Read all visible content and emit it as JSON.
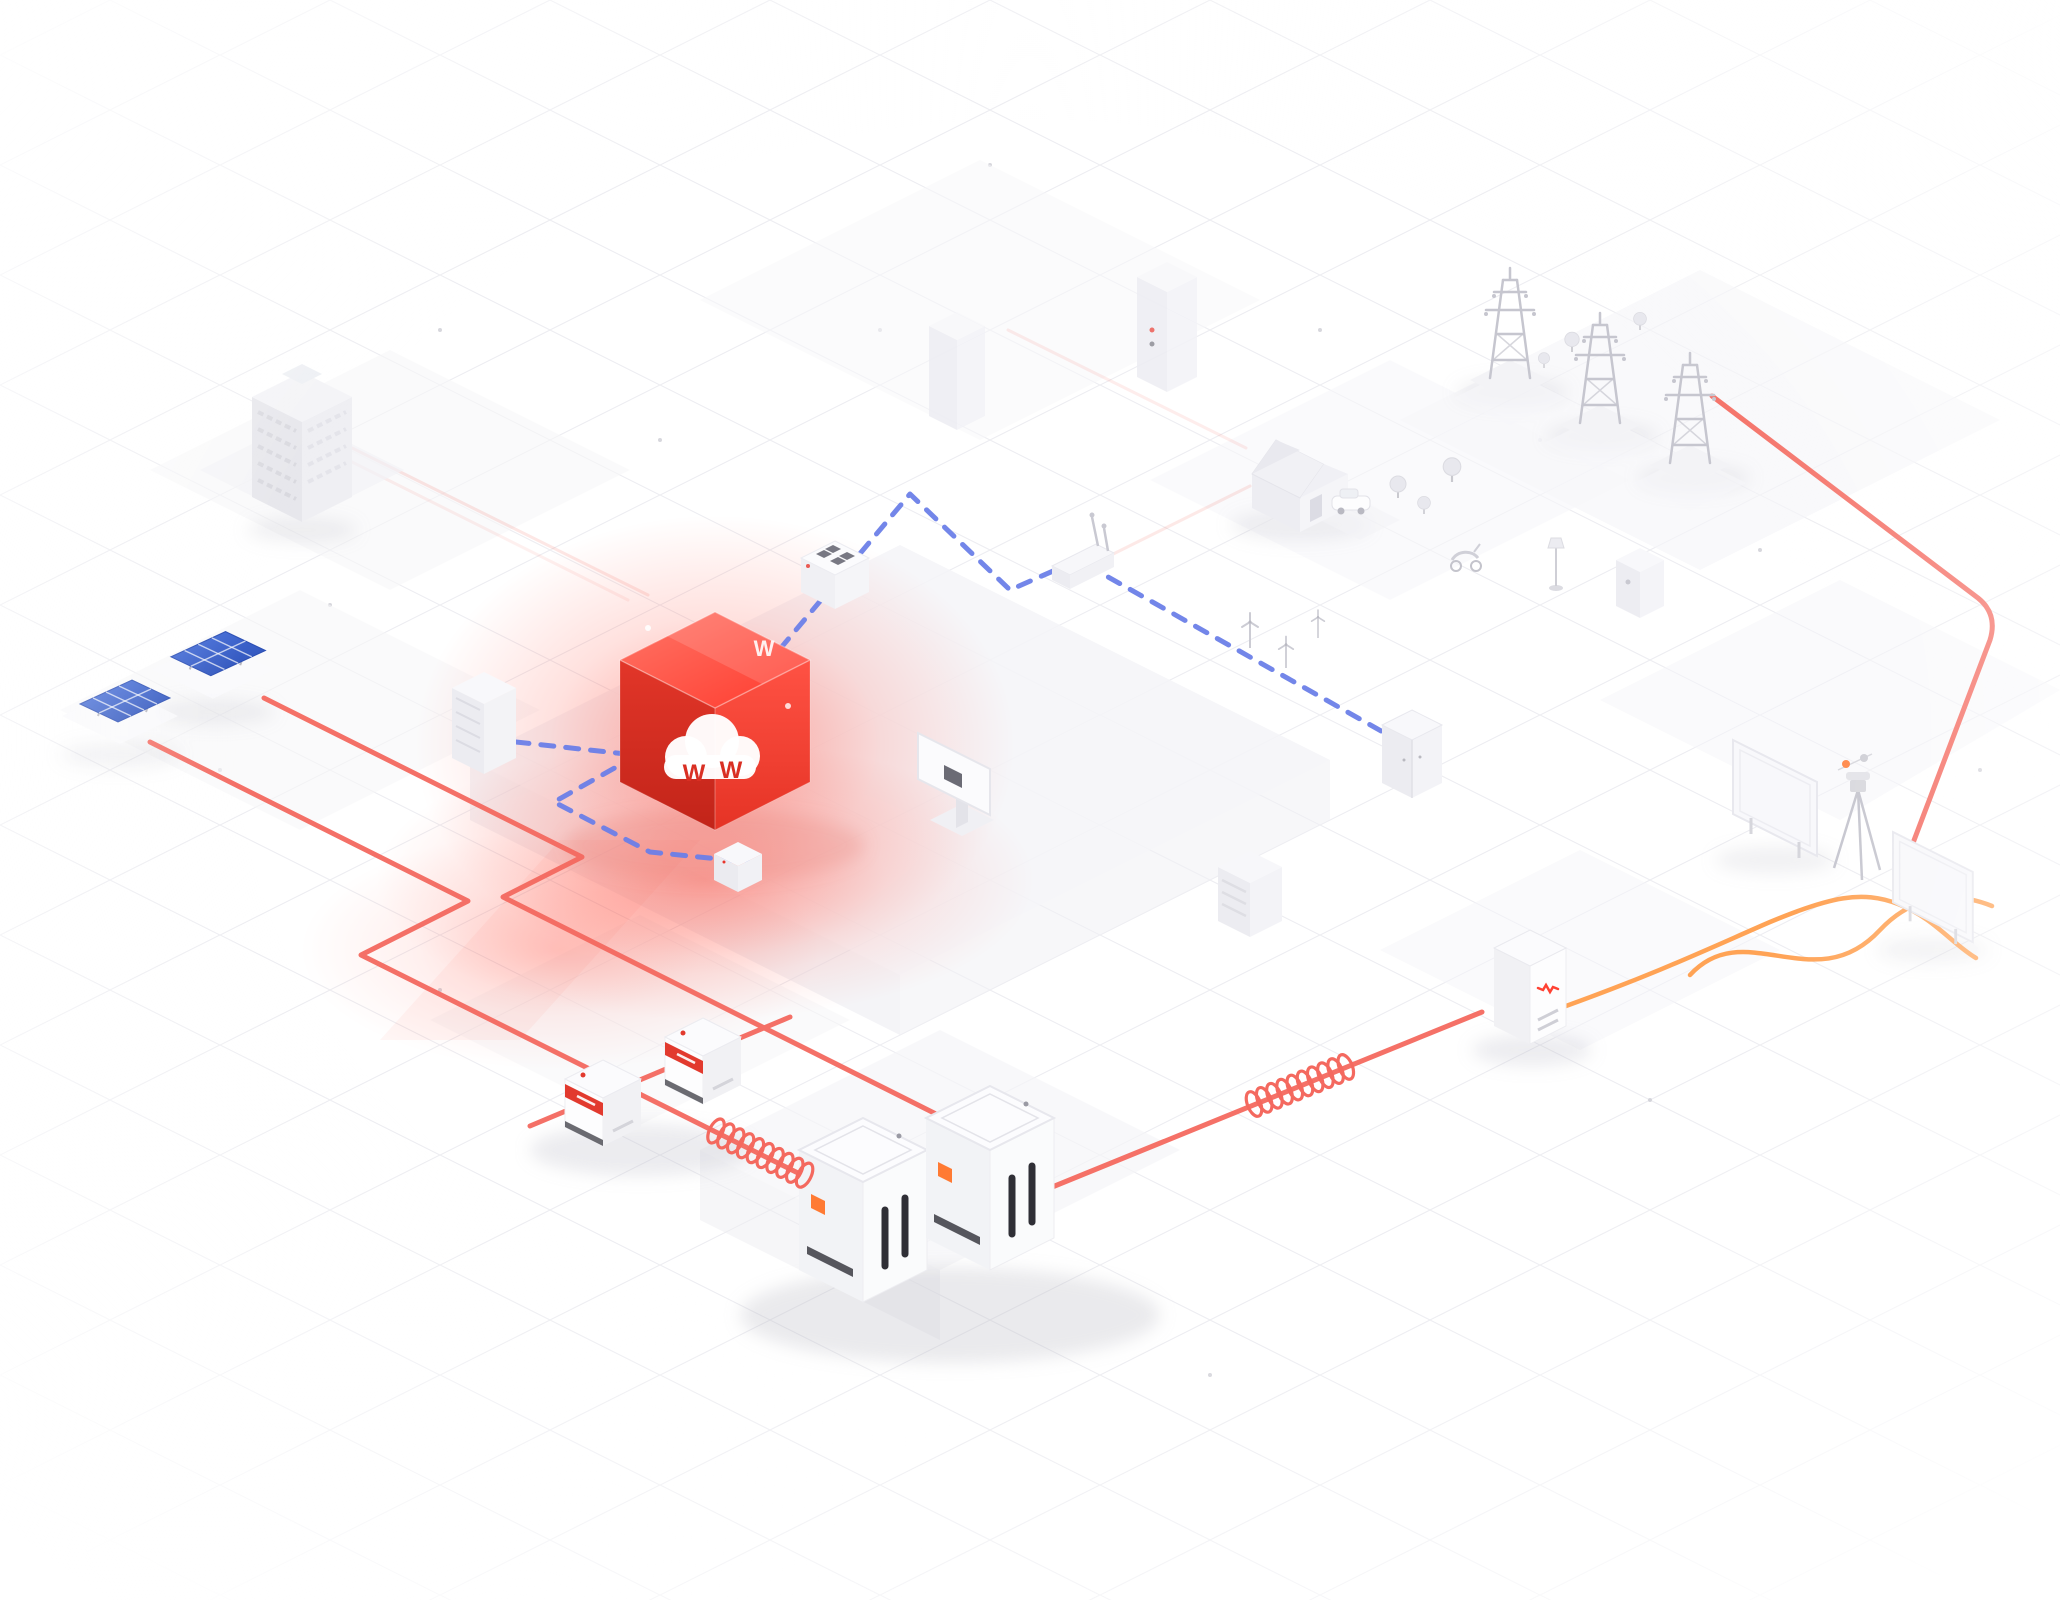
{
  "hub": {
    "logo_letter": "W"
  },
  "colors": {
    "background": "#ffffff",
    "grid_line": "#e9e9ee",
    "platform_top": "#f6f6f9",
    "platform_side": "#ececf1",
    "hub_red_top": "#ff4a3c",
    "hub_red_left": "#c22419",
    "hub_red_right": "#f0392e",
    "power_line_red": "#f4695f",
    "power_line_orange": "#ffa355",
    "data_line_blue": "#6b7fe8",
    "solar_panel_blue": "#3c63cc",
    "logo_orange": "#ff7a33"
  },
  "elements": {
    "left": [
      "solar-panel-array-1",
      "solar-panel-array-2",
      "office-building"
    ],
    "center": [
      "cloud-hub-cube",
      "rack-cabinet",
      "control-console",
      "desktop-monitor",
      "mini-server-box",
      "wifi-router",
      "hybrid-inverter-1",
      "hybrid-inverter-2",
      "battery-storage-unit-1",
      "battery-storage-unit-2",
      "cable-coil-1",
      "cable-coil-2"
    ],
    "right": [
      "house-with-ev",
      "transmission-tower-1",
      "transmission-tower-2",
      "transmission-tower-3",
      "home-appliances",
      "wind-turbines",
      "utility-cabinet",
      "ribbed-converter-box",
      "battery-module",
      "display-board-1",
      "display-board-2",
      "survey-tripod"
    ],
    "links": [
      "red-power-lines",
      "orange-power-lines",
      "blue-data-links"
    ]
  }
}
